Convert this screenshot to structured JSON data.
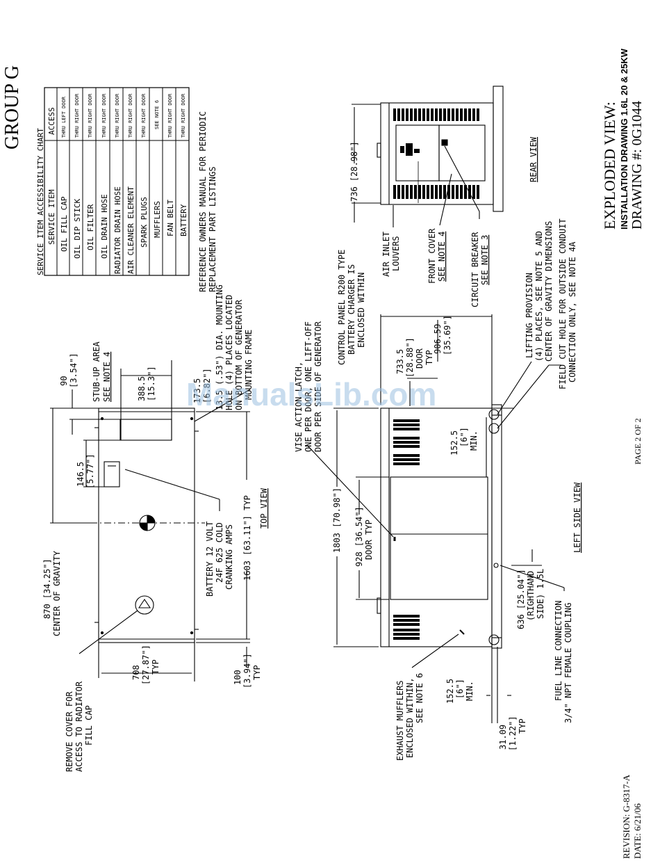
{
  "header": {
    "group": "GROUP G",
    "title_line1": "EXPLODED VIEW:",
    "title_line2": "INSTALLATION DRAWING 1.6L 20 & 25KW",
    "title_line3": "DRAWING #: 0G1044",
    "page": "PAGE 2 OF 2",
    "revision": "REVISION: G-8317-A",
    "date": "DATE: 6/21/06"
  },
  "service_chart": {
    "title": "SERVICE ITEM ACCESSIBILITY CHART",
    "col_item": "SERVICE ITEM",
    "col_access": "ACCESS",
    "rows": [
      {
        "item": "OIL FILL CAP",
        "access": "THRU LEFT DOOR"
      },
      {
        "item": "OIL DIP STICK",
        "access": "THRU RIGHT DOOR"
      },
      {
        "item": "OIL FILTER",
        "access": "THRU RIGHT DOOR"
      },
      {
        "item": "OIL DRAIN HOSE",
        "access": "THRU RIGHT DOOR"
      },
      {
        "item": "RADIATOR DRAIN HOSE",
        "access": "THRU RIGHT DOOR"
      },
      {
        "item": "AIR CLEANER ELEMENT",
        "access": "THRU RIGHT DOOR"
      },
      {
        "item": "SPARK PLUGS",
        "access": "THRU RIGHT DOOR"
      },
      {
        "item": "MUFFLERS",
        "access": "SEE NOTE 6"
      },
      {
        "item": "FAN BELT",
        "access": "THRU RIGHT DOOR"
      },
      {
        "item": "BATTERY",
        "access": "THRU RIGHT DOOR"
      }
    ],
    "reference_line1": "REFERENCE OWNERS MANUAL FOR PERIODIC",
    "reference_line2": "REPLACEMENT PART LISTINGS"
  },
  "views": {
    "top": "TOP VIEW",
    "left_side": "LEFT SIDE VIEW",
    "rear": "REAR VIEW"
  },
  "top_view": {
    "stub_up_1": "STUB-UP AREA",
    "stub_up_2": "SEE NOTE 4",
    "dim_90": "90",
    "dim_90_in": "[3.54\"]",
    "dim_388": "388.5",
    "dim_388_in": "[15.3\"]",
    "dim_173": "173.5",
    "dim_173_in": "[6.82\"]",
    "hole_1": "13.5 (.53\") DIA. MOUNTING",
    "hole_2": "HOLE (4) PLACES LOCATED",
    "hole_3": "ON BOTTOM OF GENERATOR",
    "hole_4": "MOUNTING FRAME",
    "dim_146": "146.5",
    "dim_146_in": "[5.77\"]",
    "cg_1": "870 [34.25\"]",
    "cg_2": "CENTER OF GRAVITY",
    "battery_1": "BATTERY 12 VOLT",
    "battery_2": "24F 625 COLD",
    "battery_3": "CRANKING AMPS",
    "dim_1603": "1603 [63.11\"] TYP",
    "radiator_1": "REMOVE COVER FOR",
    "radiator_2": "ACCESS TO RADIATOR",
    "radiator_3": "FILL CAP",
    "dim_708": "708",
    "dim_708_in": "[27.87\"]",
    "dim_708_typ": "TYP",
    "dim_100": "100",
    "dim_100_in": "[3.94\"]",
    "dim_100_typ": "TYP"
  },
  "side_view": {
    "latch_1": "VISE ACTION LATCH,",
    "latch_2": "ONE PER DOOR, ONE LIFT-OFF",
    "latch_3": "DOOR PER SIDE OF GENERATOR",
    "panel_1": "CONTROL PANEL R200 TYPE",
    "panel_2": "BATTERY CHARGER IS",
    "panel_3": "ENCLOSED WITHIN",
    "dim_906": "906.59",
    "dim_906_in": "[35.69\"]",
    "dim_733": "733.5",
    "dim_733_in": "[28.88\"]",
    "dim_733_door": "DOOR",
    "dim_733_typ": "TYP",
    "dim_152a": "152.5",
    "dim_152a_in": "[6\"]",
    "dim_152a_min": "MIN.",
    "dim_1803": "1803 [70.98\"]",
    "dim_928": "928 [36.54\"]",
    "dim_928_typ": "DOOR TYP",
    "lift_1": "LIFTING PROVISION",
    "lift_2": "(4) PLACES, SEE NOTE 5 AND",
    "lift_3": "CENTER OF GRAVITY DIMENSIONS",
    "field_1": "FIELD CUT HOLE FOR OUTSIDE CONDUIT",
    "field_2": "CONNECTION ONLY, SEE NOTE 4A",
    "dim_636_1": "636 [25.04\"]",
    "dim_636_2": "(RIGHTHAND",
    "dim_636_3": "SIDE) 1.5L",
    "fuel_1": "FUEL LINE CONNECTION",
    "fuel_2": "3/4\" NPT FEMALE COUPLING",
    "exhaust_1": "EXHAUST MUFFLERS",
    "exhaust_2": "ENCLOSED WITHIN,",
    "exhaust_3": "SEE NOTE 6",
    "dim_152b": "152.5",
    "dim_152b_in": "[6\"]",
    "dim_152b_min": "MIN.",
    "dim_31": "31.09",
    "dim_31_in": "[1.22\"]",
    "dim_31_typ": "TYP"
  },
  "rear_view": {
    "dim_736": "736 [28.98\"]",
    "louvers_1": "AIR INLET",
    "louvers_2": "LOUVERS",
    "cover_1": "FRONT COVER",
    "cover_2": "SEE NOTE 4",
    "breaker_1": "CIRCUIT BREAKER",
    "breaker_2": "SEE NOTE 3"
  },
  "watermark": "ManualsLib.com"
}
